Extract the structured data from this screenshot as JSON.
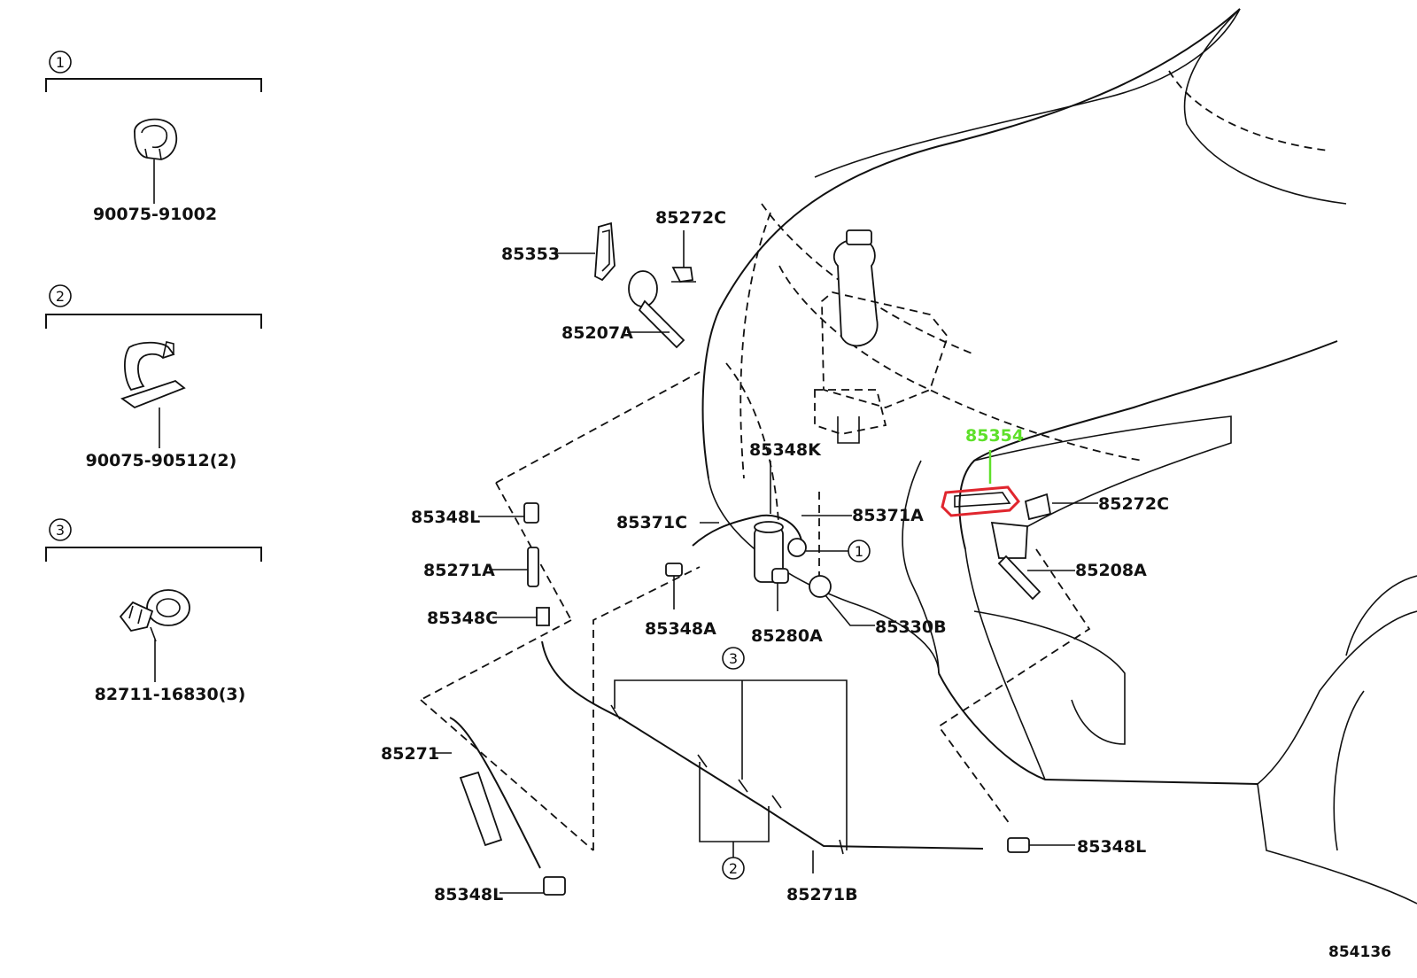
{
  "groups": [
    {
      "number": "1",
      "part": "90075-91002"
    },
    {
      "number": "2",
      "part": "90075-90512(2)"
    },
    {
      "number": "3",
      "part": "82711-16830(3)"
    }
  ],
  "labels": {
    "p85353": "85353",
    "p85272c_top": "85272C",
    "p85207a": "85207A",
    "p85354": "85354",
    "p85348k": "85348K",
    "p85371a": "85371A",
    "p85371c": "85371C",
    "p85272c_right": "85272C",
    "p85208a": "85208A",
    "p85348l_left": "85348L",
    "p85271a": "85271A",
    "p85348c": "85348C",
    "p85348a": "85348A",
    "p85280a": "85280A",
    "p85330b": "85330B",
    "p85271": "85271",
    "p85348l_bottom": "85348L",
    "p85271b": "85271B",
    "p85348l_right": "85348L"
  },
  "callouts": {
    "c1": "1",
    "c2": "2",
    "c3": "3"
  },
  "diagram_id": "854136",
  "colors": {
    "highlight_text": "#5ee02a",
    "highlight_outline": "#e0262e",
    "ink": "#111111"
  }
}
